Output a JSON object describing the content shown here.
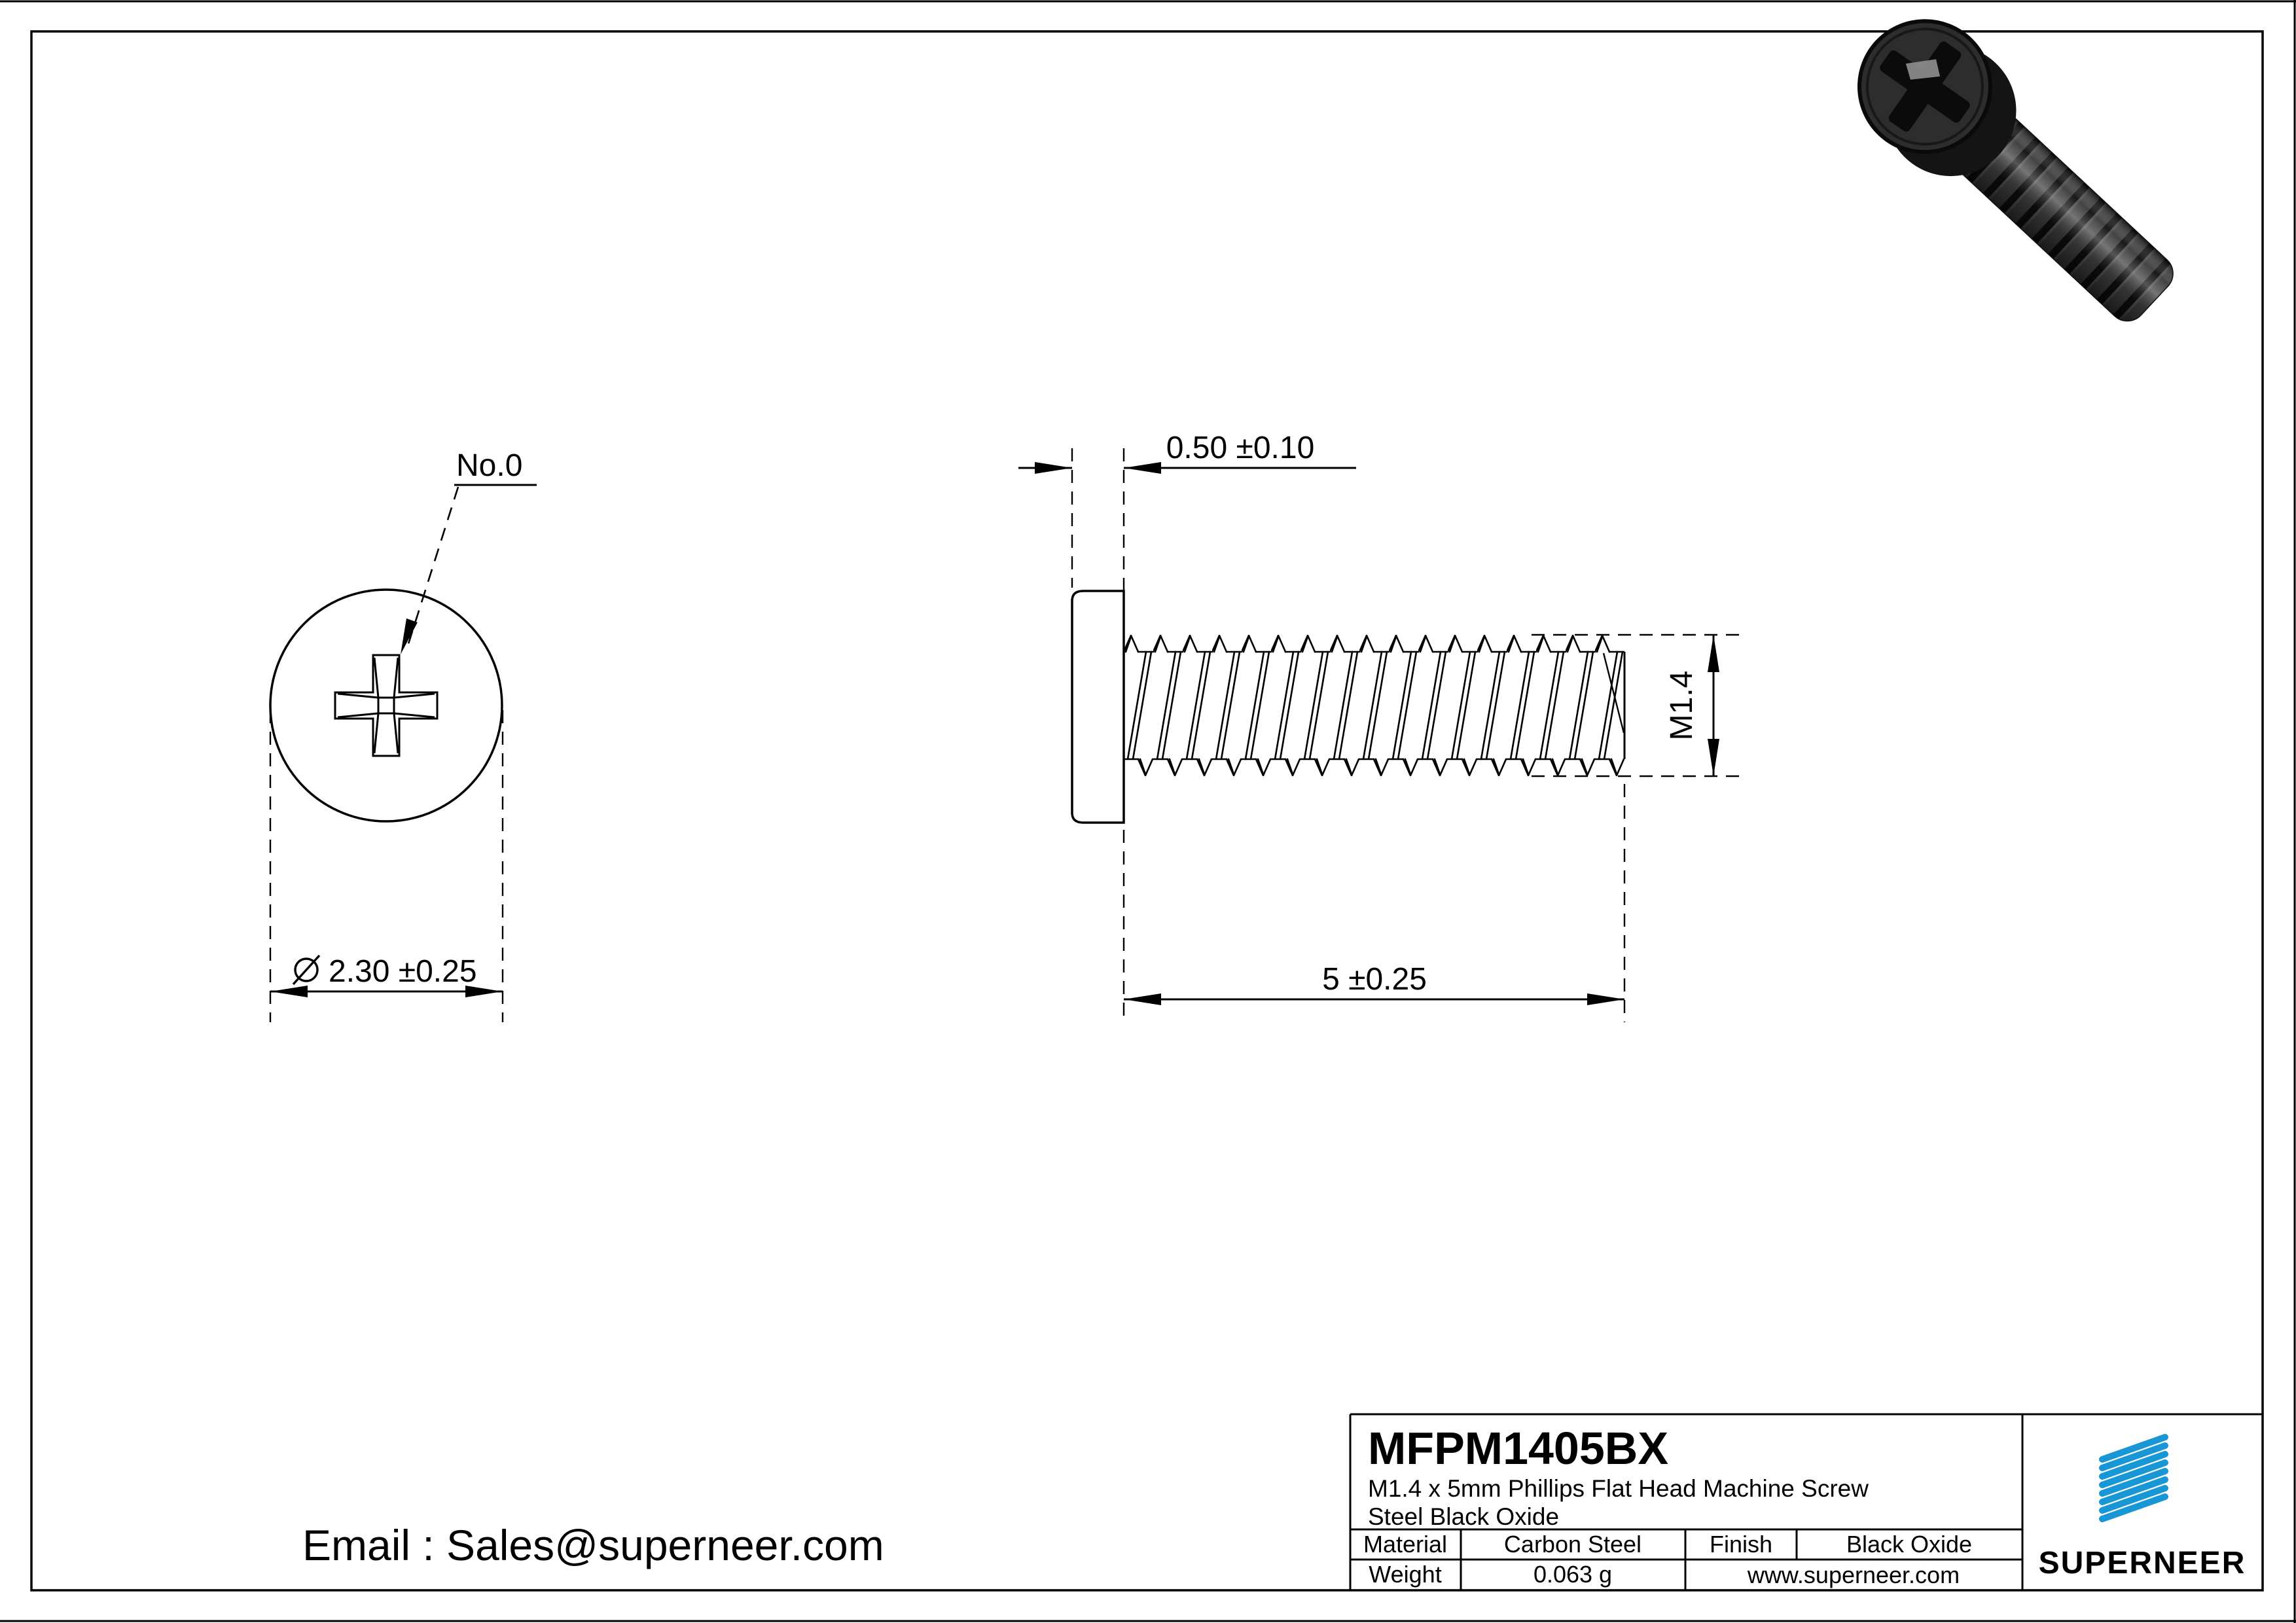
{
  "drawing": {
    "front_view": {
      "recess_label": "No.0",
      "diameter_dim": "2.30 ±0.25"
    },
    "side_view": {
      "head_height_dim": "0.50 ±0.10",
      "thread_dim": "M1.4",
      "length_dim": "5 ±0.25"
    }
  },
  "title_block": {
    "part_number": "MFPM1405BX",
    "description_line1": "M1.4 x 5mm Phillips Flat Head Machine Screw",
    "description_line2": "Steel Black Oxide",
    "material_label": "Material",
    "material_value": "Carbon Steel",
    "finish_label": "Finish",
    "finish_value": "Black Oxide",
    "weight_label": "Weight",
    "weight_value": "0.063 g",
    "website": "www.superneer.com",
    "brand": "SUPERNEER"
  },
  "footer": {
    "email": "Email : Sales@superneer.com"
  },
  "colors": {
    "brand_blue": "#1797d5",
    "link_blue": "#1e82c8",
    "line": "#000000",
    "background": "#ffffff"
  }
}
